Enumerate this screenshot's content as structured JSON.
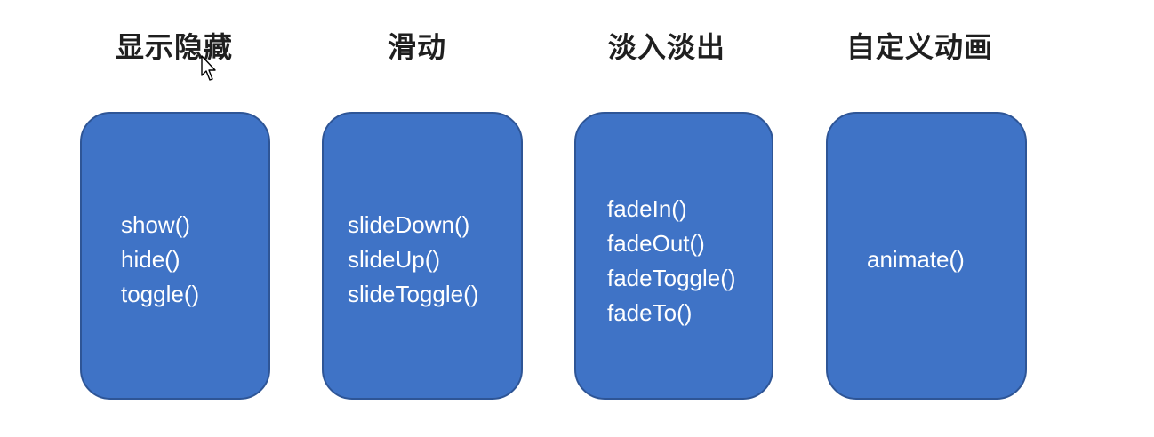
{
  "groups": [
    {
      "title": "显示隐藏",
      "methods": [
        "show()",
        "hide()",
        "toggle()"
      ]
    },
    {
      "title": "滑动",
      "methods": [
        "slideDown()",
        "slideUp()",
        "slideToggle()"
      ]
    },
    {
      "title": "淡入淡出",
      "methods": [
        "fadeIn()",
        "fadeOut()",
        "fadeToggle()",
        "fadeTo()"
      ]
    },
    {
      "title": "自定义动画",
      "methods": [
        "animate()"
      ]
    }
  ],
  "colors": {
    "card_fill": "#3f73c6",
    "card_border": "#2e5596",
    "method_text": "#ffffff",
    "heading_text": "#1f1f1f"
  },
  "icons": {
    "cursor": "mouse-pointer-icon"
  }
}
